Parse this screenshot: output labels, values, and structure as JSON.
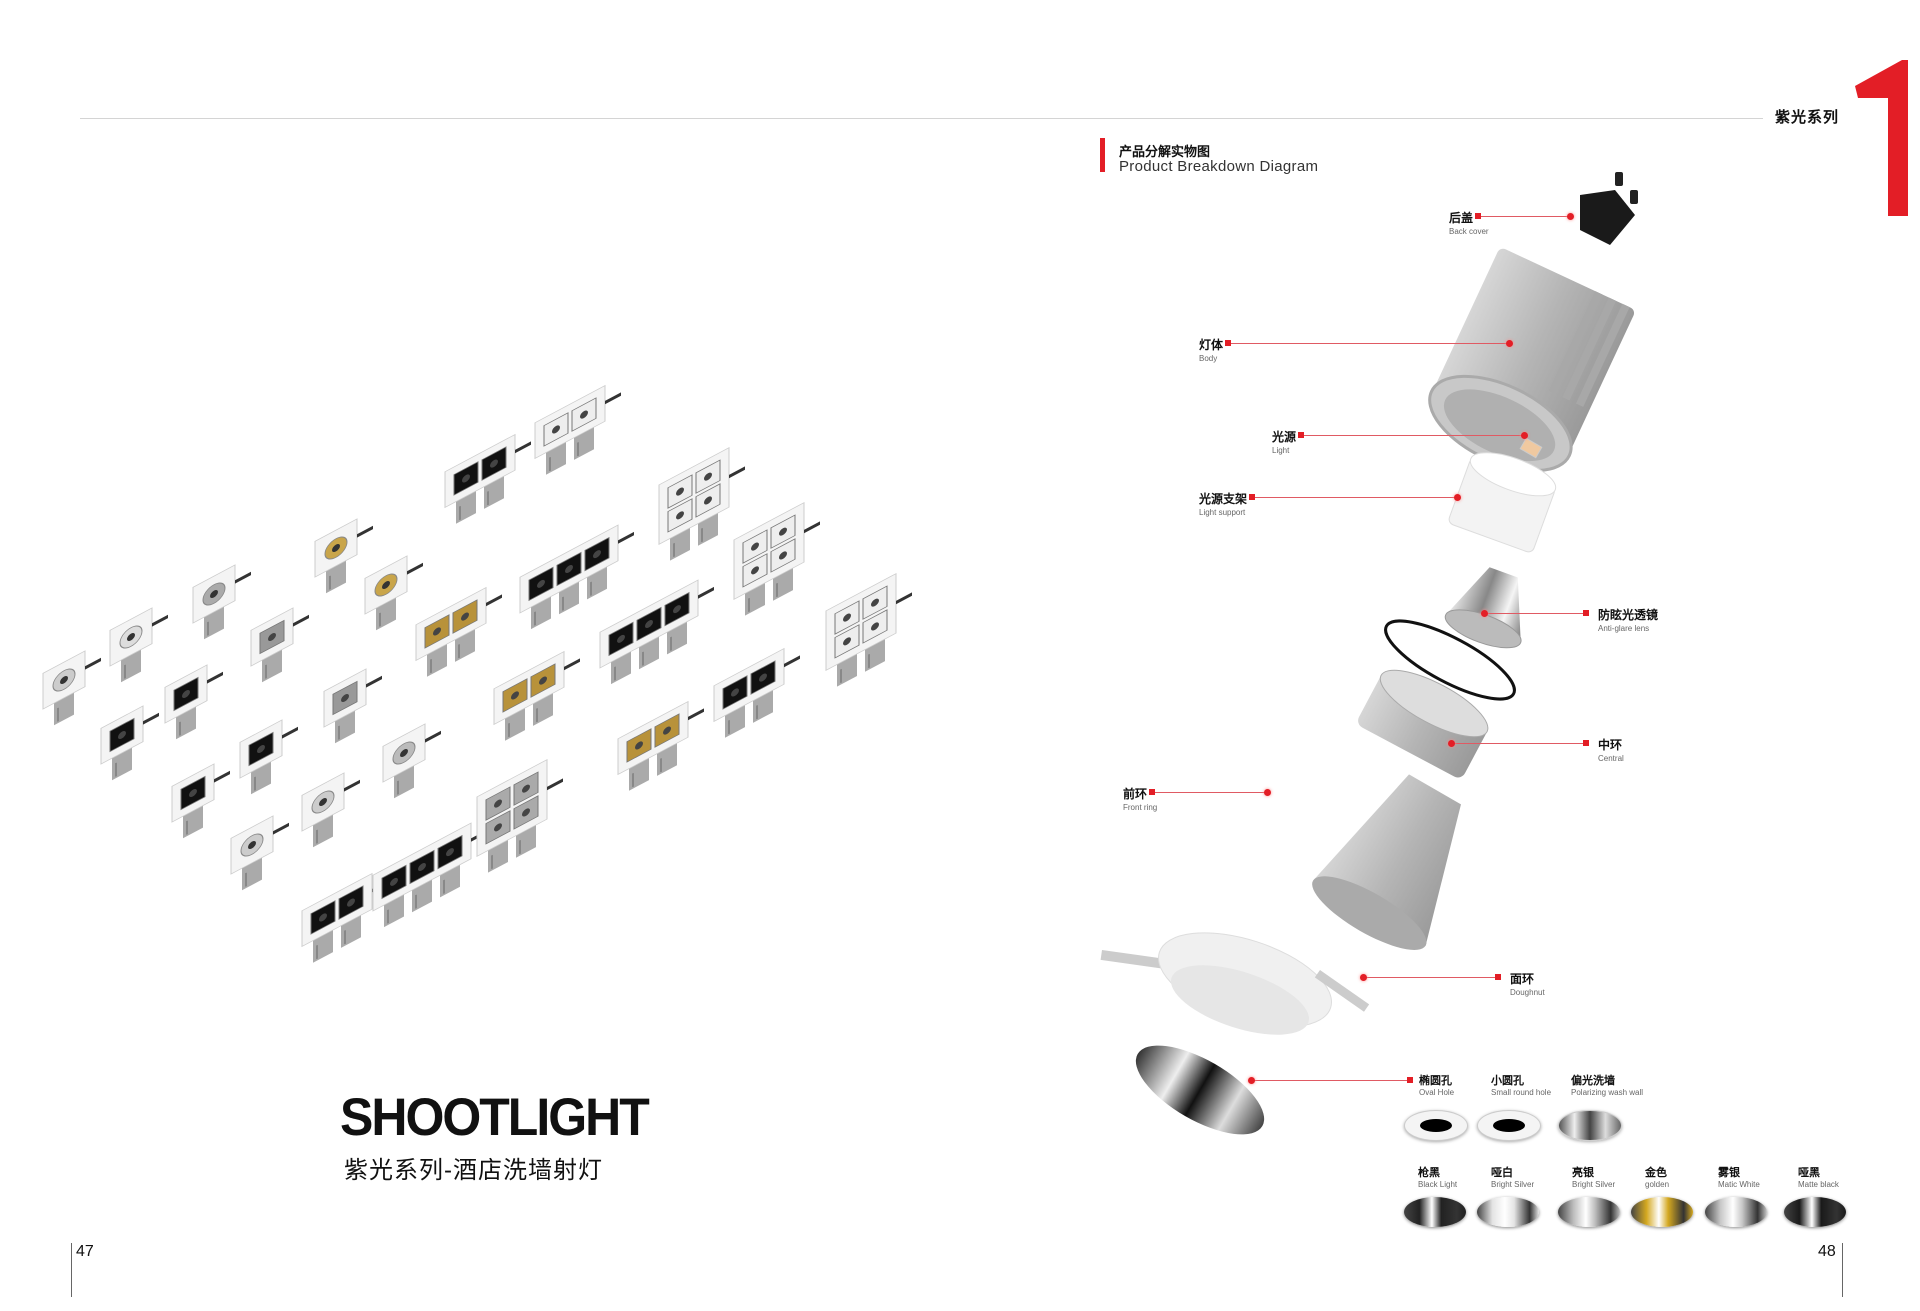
{
  "header": {
    "series": "紫光系列"
  },
  "diagram": {
    "title_cn": "产品分解实物图",
    "title_en": "Product Breakdown Diagram",
    "parts": [
      {
        "cn": "后盖",
        "en": "Back cover"
      },
      {
        "cn": "灯体",
        "en": "Body"
      },
      {
        "cn": "光源",
        "en": "Light"
      },
      {
        "cn": "光源支架",
        "en": "Light support"
      },
      {
        "cn": "防眩光透镜",
        "en": "Anti-glare lens"
      },
      {
        "cn": "中环",
        "en": "Central"
      },
      {
        "cn": "前环",
        "en": "Front ring"
      },
      {
        "cn": "面环",
        "en": "Doughnut"
      }
    ]
  },
  "options": {
    "holes": [
      {
        "cn": "椭圆孔",
        "en": "Oval Hole"
      },
      {
        "cn": "小圆孔",
        "en": "Small round hole"
      },
      {
        "cn": "偏光洗墙",
        "en": "Polarizing wash wall"
      }
    ],
    "finishes": [
      {
        "cn": "枪黑",
        "en": "Black Light",
        "color": "#222222"
      },
      {
        "cn": "哑白",
        "en": "Bright Silver",
        "color": "#e4e4e4"
      },
      {
        "cn": "亮银",
        "en": "Bright Silver",
        "color": "#bdbdbd"
      },
      {
        "cn": "金色",
        "en": "golden",
        "color": "#d4a820"
      },
      {
        "cn": "雾银",
        "en": "Matic White",
        "color": "#c8c8c8"
      },
      {
        "cn": "哑黑",
        "en": "Matte black",
        "color": "#1a1a1a"
      }
    ]
  },
  "brand": {
    "name": "SHOOTLIGHT",
    "subtitle": "紫光系列-酒店洗墙射灯"
  },
  "pages": {
    "left": "47",
    "right": "48"
  },
  "colors": {
    "accent": "#e31e26"
  }
}
